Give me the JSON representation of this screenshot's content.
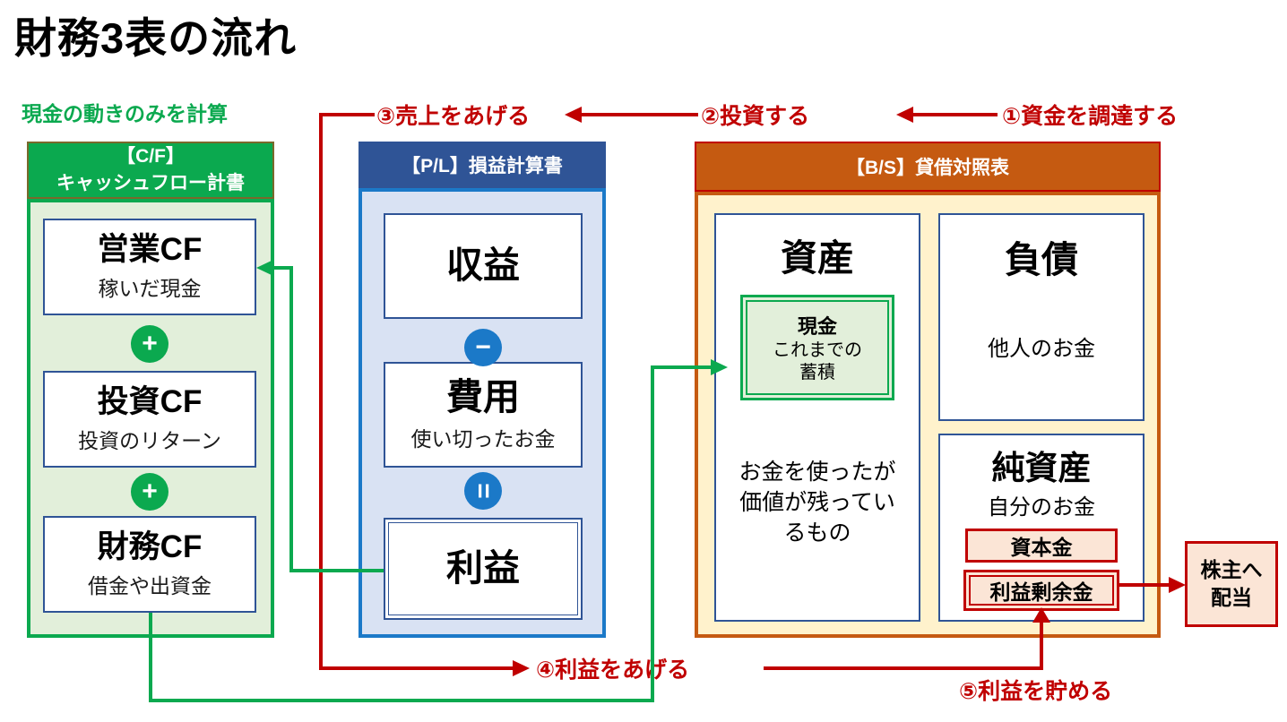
{
  "title": "財務3表の流れ",
  "cash_note": "現金の動きのみを計算",
  "steps": {
    "s1": "①資金を調達する",
    "s2": "②投資する",
    "s3": "③売上をあげる",
    "s4": "④利益をあげる",
    "s5": "⑤利益を貯める"
  },
  "cf": {
    "header_line1": "【C/F】",
    "header_line2": "キャッシュフロー計書",
    "plus": "+",
    "items": [
      {
        "title": "営業CF",
        "sub": "稼いだ現金"
      },
      {
        "title": "投資CF",
        "sub": "投資のリターン"
      },
      {
        "title": "財務CF",
        "sub": "借金や出資金"
      }
    ]
  },
  "pl": {
    "header": "【P/L】損益計算書",
    "revenue": "収益",
    "minus": "−",
    "expense": "費用",
    "expense_sub": "使い切ったお金",
    "equals": "=",
    "profit": "利益"
  },
  "bs": {
    "header": "【B/S】貸借対照表",
    "assets": {
      "title": "資産",
      "cash_title": "現金",
      "cash_sub1": "これまでの",
      "cash_sub2": "蓄積",
      "note": "お金を使ったが価値が残っているもの"
    },
    "liabilities": {
      "title": "負債",
      "sub": "他人のお金"
    },
    "equity": {
      "title": "純資産",
      "sub": "自分のお金",
      "capital": "資本金",
      "retained": "利益剰余金"
    }
  },
  "dividend": {
    "line1": "株主へ",
    "line2": "配当"
  },
  "colors": {
    "green": "#0BA94F",
    "light_green": "#E2EFDA",
    "olive_border": "#79692B",
    "navy": "#2F5496",
    "blue": "#1B79C8",
    "light_blue": "#D9E2F3",
    "orange": "#C55A11",
    "cream": "#FFF2CC",
    "red": "#C00000",
    "peach": "#FBE5D6"
  }
}
